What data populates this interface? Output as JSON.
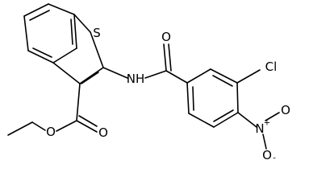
{
  "atoms": {
    "sulfur": "S",
    "amide_n": "NH",
    "amide_o": "O",
    "ester_o_carbonyl": "O",
    "ester_o_single": "O",
    "chlorine": "Cl",
    "nitro_n": "N",
    "nitro_n_charge": "+",
    "nitro_o_top": "O",
    "nitro_o_bottom": "O",
    "nitro_o_bottom_charge": "-"
  }
}
